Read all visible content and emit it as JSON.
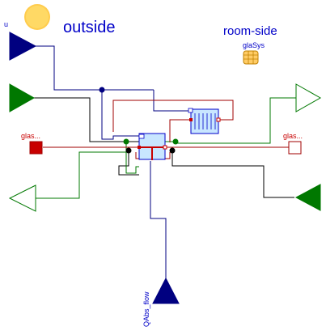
{
  "labels": {
    "outside": "outside",
    "room_side": "room-side",
    "gla_sys": "glaSys",
    "input_u": "u",
    "port_left": "glas...",
    "port_right": "glas...",
    "qabs_flow": "QAbs_flow"
  },
  "colors": {
    "signal_blue": "#0000c8",
    "dark_navy": "#000080",
    "heat_red": "#c80000",
    "dark_red": "#a00000",
    "output_green": "#007800",
    "sun_yellow": "#ffd965",
    "sun_orange": "#ffcc4d",
    "component_fill": "#c8e6ff",
    "line_black": "#000000",
    "gla_fill": "#ffcc66"
  }
}
